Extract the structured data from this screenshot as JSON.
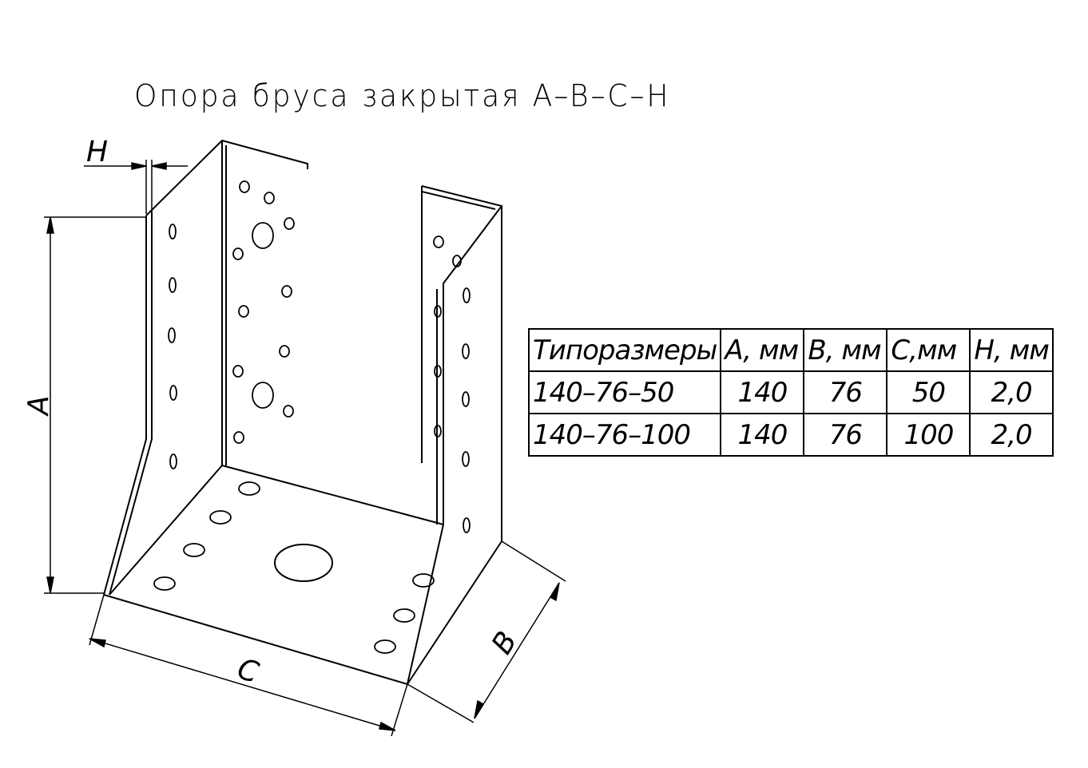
{
  "title": "Опора бруса закрытая A–B–C–H",
  "dimension_labels": {
    "A": "A",
    "B": "B",
    "C": "C",
    "H": "H"
  },
  "table": {
    "headers": [
      "Типоразмеры",
      "A, мм",
      "B, мм",
      "C,мм",
      "H, мм"
    ],
    "rows": [
      [
        "140–76–50",
        "140",
        "76",
        "50",
        "2,0"
      ],
      [
        "140–76–100",
        "140",
        "76",
        "100",
        "2,0"
      ]
    ]
  }
}
